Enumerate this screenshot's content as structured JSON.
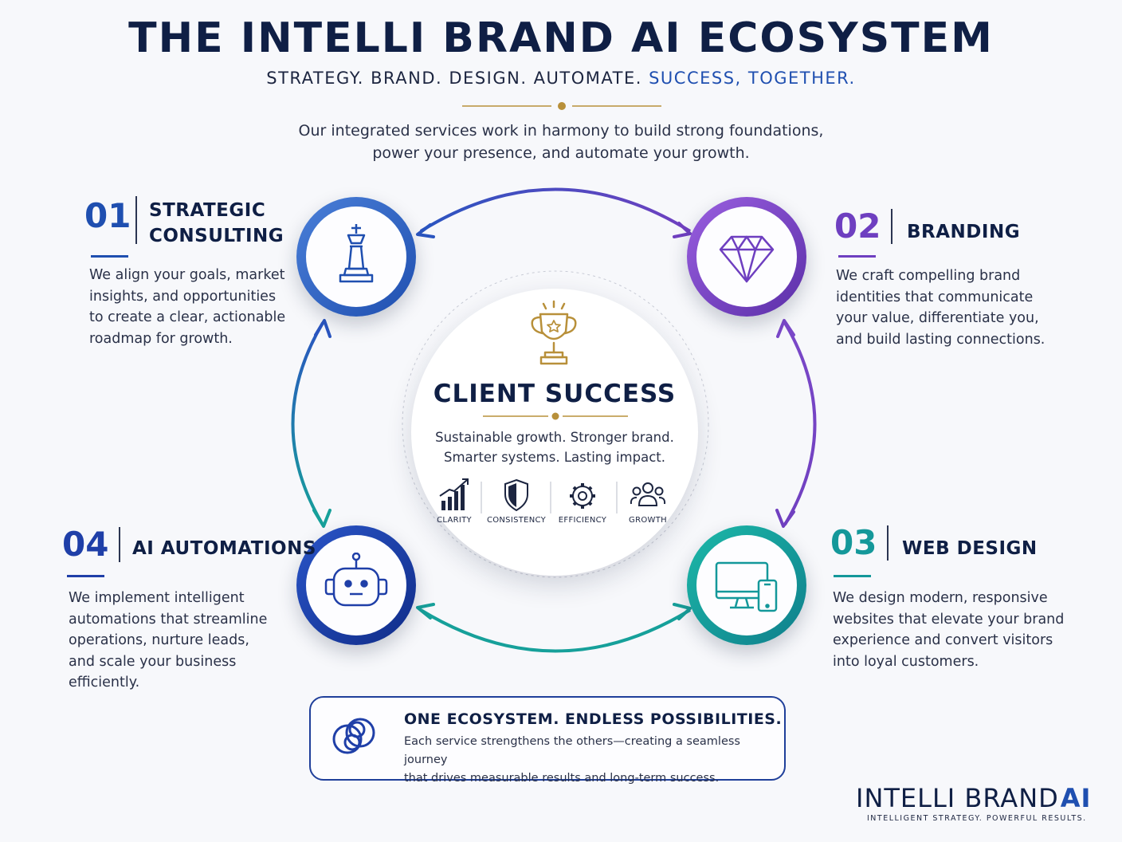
{
  "header": {
    "title": "THE INTELLI BRAND AI ECOSYSTEM",
    "tagline": "STRATEGY. BRAND. DESIGN. AUTOMATE.",
    "tagline_accent": "SUCCESS, TOGETHER.",
    "intro_line1": "Our integrated services work in harmony to build strong foundations,",
    "intro_line2": "power your presence, and automate your growth."
  },
  "services": [
    {
      "number": "01",
      "title_line1": "STRATEGIC",
      "title_line2": "CONSULTING",
      "desc": [
        "We align your goals, market",
        "insights, and opportunities",
        "to create a clear, actionable",
        "roadmap for growth."
      ],
      "color": "#1f4fb0",
      "icon": "chess-king-icon"
    },
    {
      "number": "02",
      "title_line1": "BRANDING",
      "desc": [
        "We craft compelling brand",
        "identities that communicate",
        "your value, differentiate you,",
        "and build lasting connections."
      ],
      "color": "#6e3fc0",
      "icon": "diamond-icon"
    },
    {
      "number": "03",
      "title_line1": "WEB DESIGN",
      "desc": [
        "We design modern, responsive",
        "websites that elevate your brand",
        "experience and convert visitors",
        "into loyal customers."
      ],
      "color": "#14989a",
      "icon": "devices-icon"
    },
    {
      "number": "04",
      "title_line1": "AI AUTOMATIONS",
      "desc": [
        "We implement intelligent",
        "automations that streamline",
        "operations, nurture leads,",
        "and scale your business",
        "efficiently."
      ],
      "color": "#1f3fa8",
      "icon": "robot-icon"
    }
  ],
  "center": {
    "title": "CLIENT SUCCESS",
    "sub_line1": "Sustainable growth. Stronger brand.",
    "sub_line2": "Smarter systems. Lasting impact.",
    "pillars": [
      {
        "label": "CLARITY",
        "icon": "bar-chart-icon"
      },
      {
        "label": "CONSISTENCY",
        "icon": "shield-icon"
      },
      {
        "label": "EFFICIENCY",
        "icon": "gear-icon"
      },
      {
        "label": "GROWTH",
        "icon": "people-icon"
      }
    ],
    "accent_color": "#b8903a",
    "icon": "trophy-icon"
  },
  "banner": {
    "title": "ONE ECOSYSTEM.  ENDLESS POSSIBILITIES.",
    "text_line1": "Each service strengthens the others—creating a seamless journey",
    "text_line2": "that drives measurable results and long-term success.",
    "icon": "interlocked-rings-icon"
  },
  "logo": {
    "name": "INTELLI BRAND",
    "mark": "AI",
    "tagline": "INTELLIGENT STRATEGY.  POWERFUL RESULTS."
  }
}
